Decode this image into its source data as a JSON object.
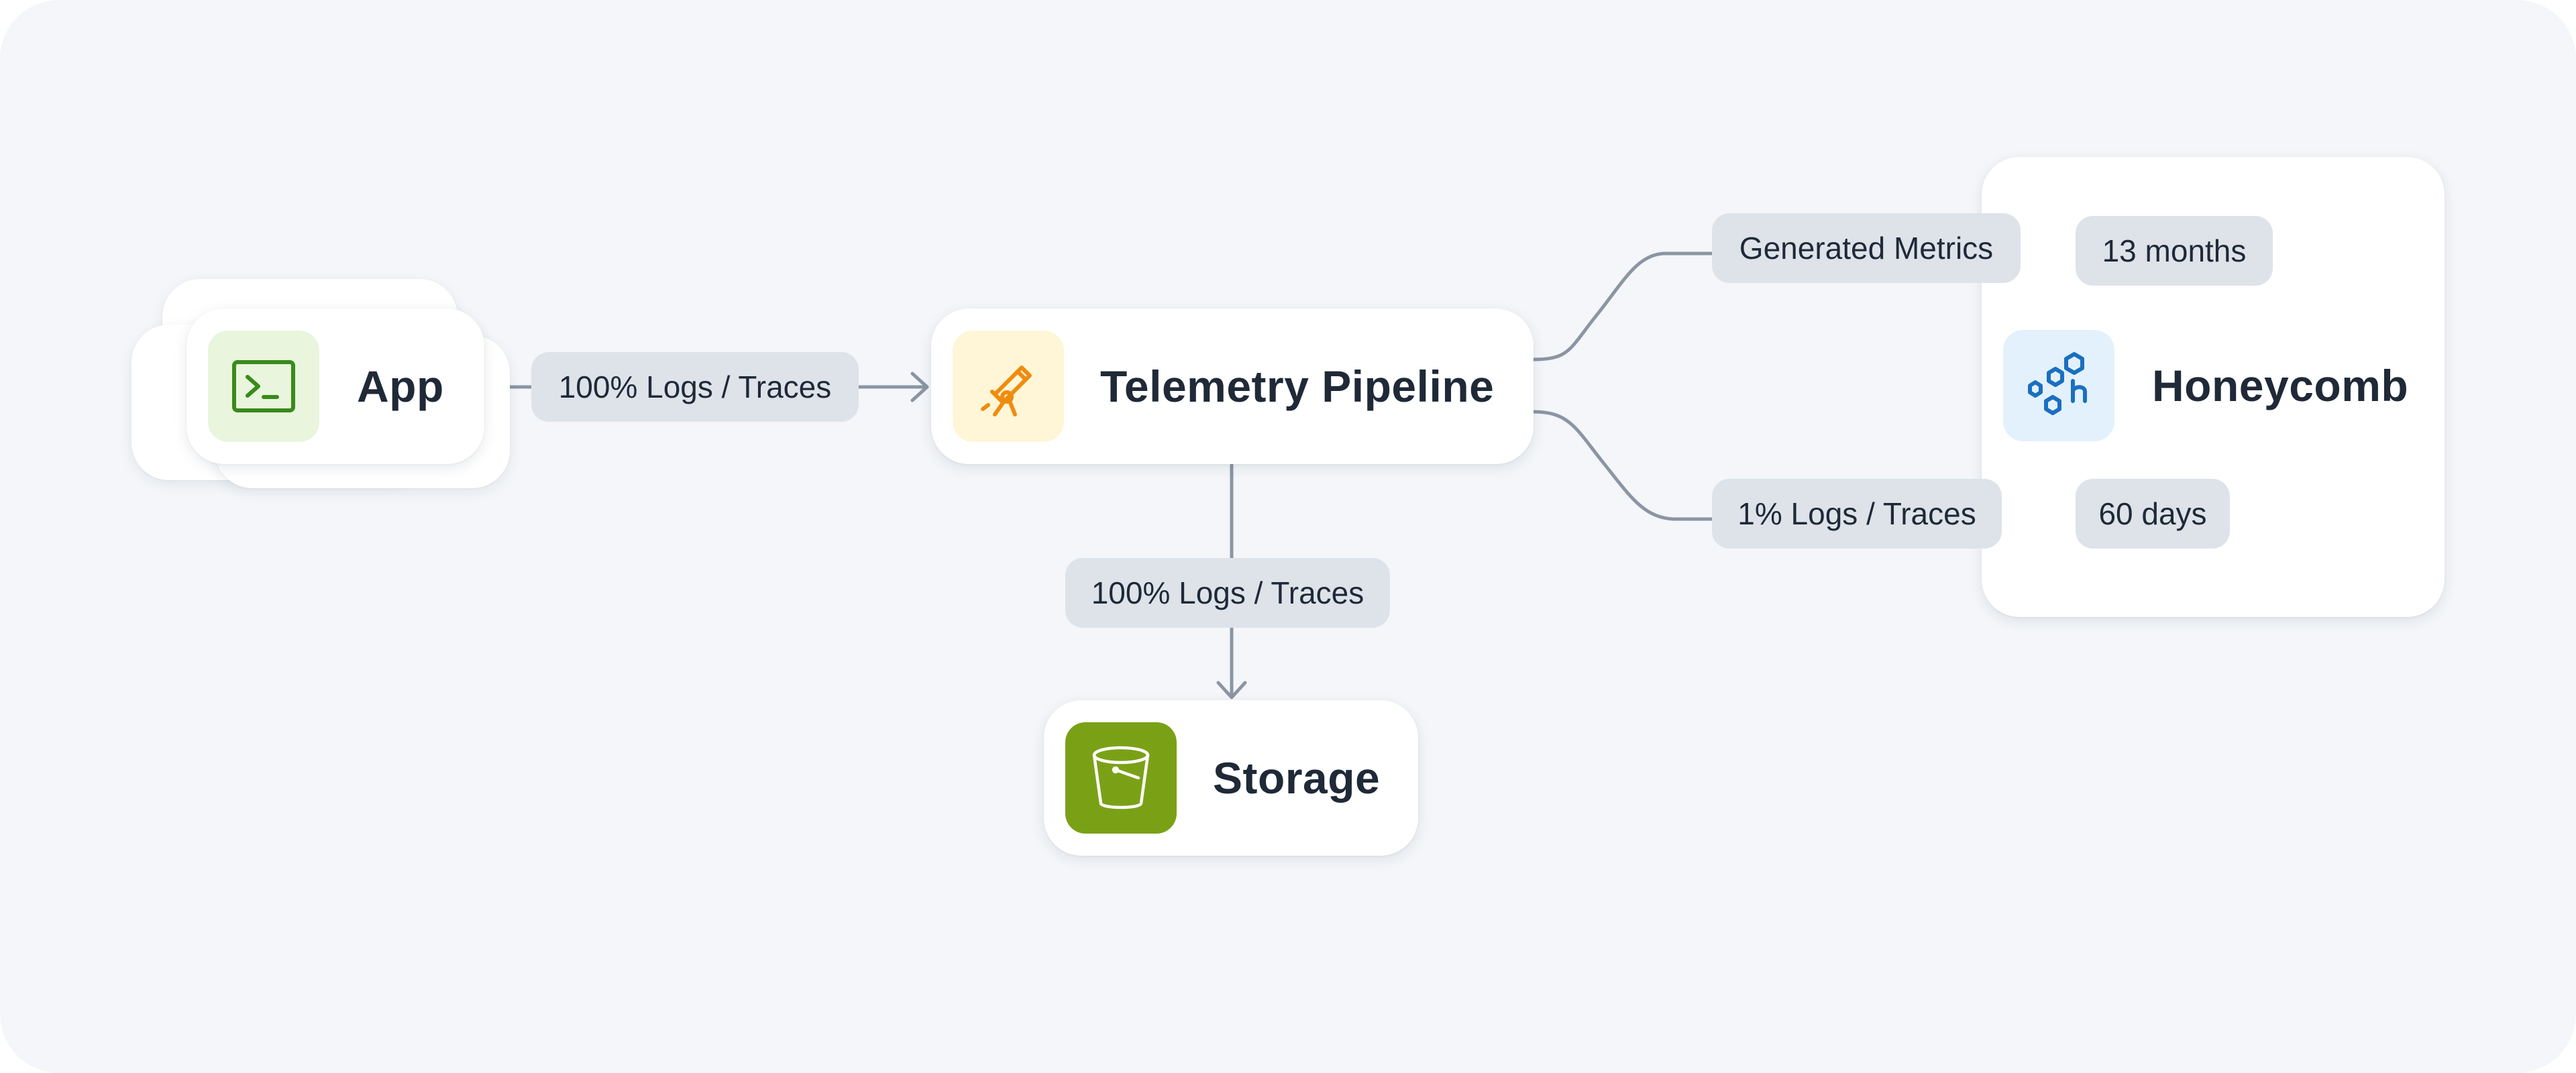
{
  "nodes": {
    "app": {
      "label": "App",
      "icon": "terminal-icon",
      "tile_color": "#e9f5dc",
      "icon_color": "#3a8a1c"
    },
    "pipeline": {
      "label": "Telemetry Pipeline",
      "icon": "telescope-icon",
      "tile_color": "#fff6d8",
      "icon_color": "#ef8c0e"
    },
    "storage": {
      "label": "Storage",
      "icon": "bucket-icon",
      "tile_color": "#7aa116",
      "icon_color": "#ffffff"
    },
    "honeycomb": {
      "label": "Honeycomb",
      "icon": "honeycomb-logo-icon",
      "tile_color": "#e3f1fc",
      "icon_color": "#1a6fc0"
    }
  },
  "edges": {
    "app_to_pipeline": "100% Logs / Traces",
    "pipeline_to_storage": "100% Logs / Traces",
    "pipeline_to_metrics": "Generated Metrics",
    "pipeline_to_logs": "1% Logs / Traces"
  },
  "retention": {
    "metrics": "13 months",
    "logs": "60 days"
  },
  "colors": {
    "background": "#f4f6f9",
    "connector": "#8b95a3",
    "pill": "#dee3ea",
    "text": "#1f2937"
  }
}
